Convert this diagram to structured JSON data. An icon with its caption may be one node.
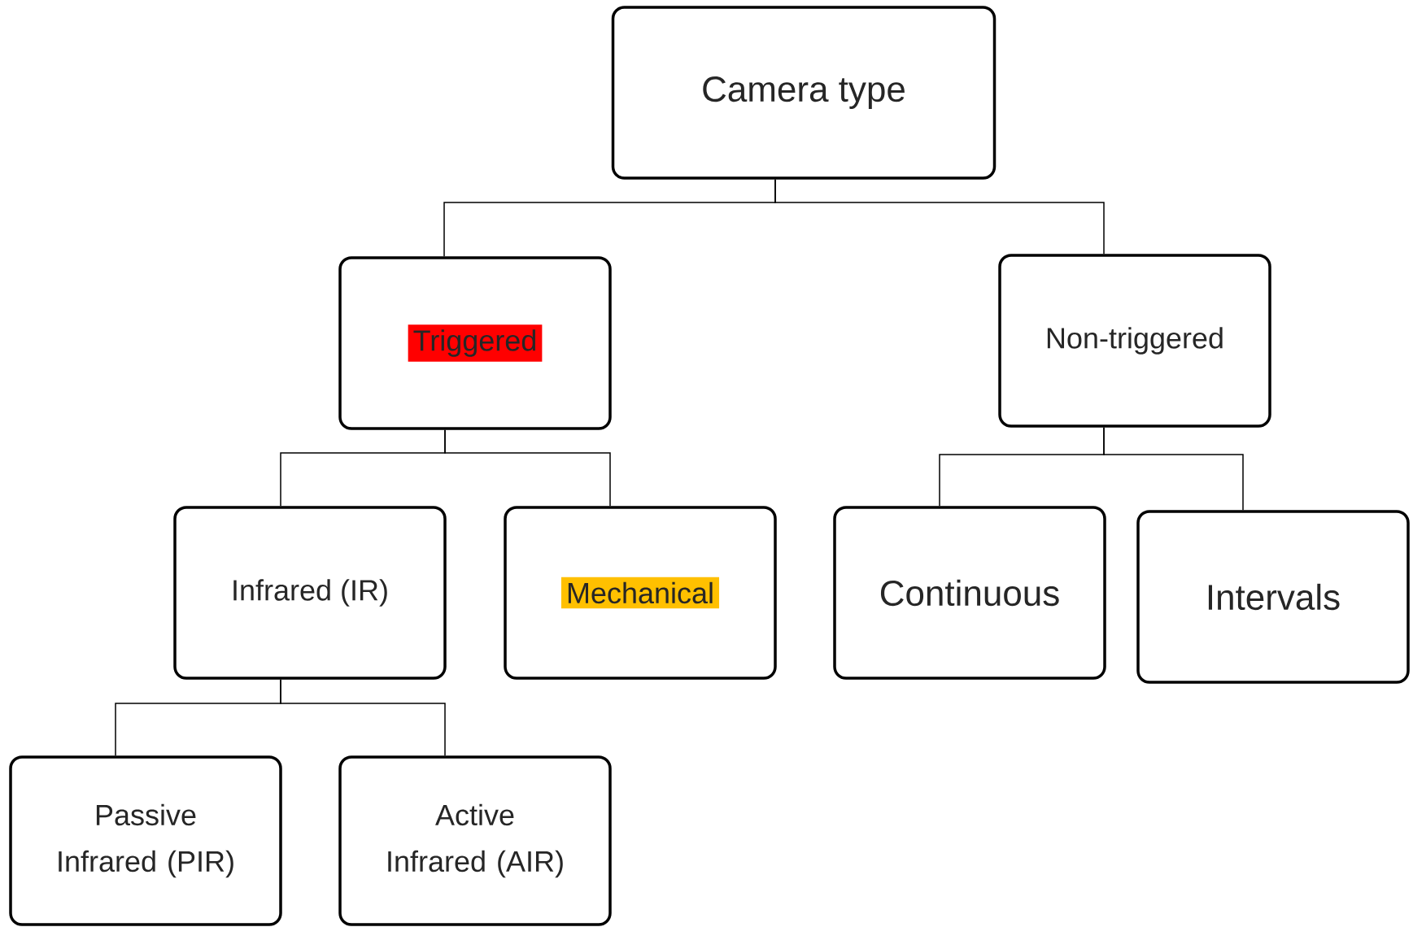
{
  "diagram": {
    "nodes": [
      {
        "text": [
          "Camera type"
        ]
      },
      {
        "text": [
          "Triggered"
        ]
      },
      {
        "text": [
          "Non-triggered"
        ]
      },
      {
        "text": [
          "Infrared (IR)"
        ]
      },
      {
        "text": [
          "Mechanical"
        ]
      },
      {
        "text": [
          "Continuous"
        ]
      },
      {
        "text": [
          "Intervals"
        ]
      },
      {
        "text": [
          "Passive Infrared (PIR)"
        ]
      },
      {
        "text": [
          "Active Infrared (AIR)"
        ]
      }
    ],
    "edges": [
      {
        "from": 0,
        "to": 1,
        "arrow": "none"
      },
      {
        "from": 0,
        "to": 2,
        "arrow": "none"
      },
      {
        "from": 1,
        "to": 3,
        "arrow": "none"
      },
      {
        "from": 1,
        "to": 4,
        "arrow": "none"
      },
      {
        "from": 2,
        "to": 5,
        "arrow": "none"
      },
      {
        "from": 2,
        "to": 6,
        "arrow": "none"
      },
      {
        "from": 3,
        "to": 7,
        "arrow": "none"
      },
      {
        "from": 3,
        "to": 8,
        "arrow": "none"
      }
    ]
  }
}
